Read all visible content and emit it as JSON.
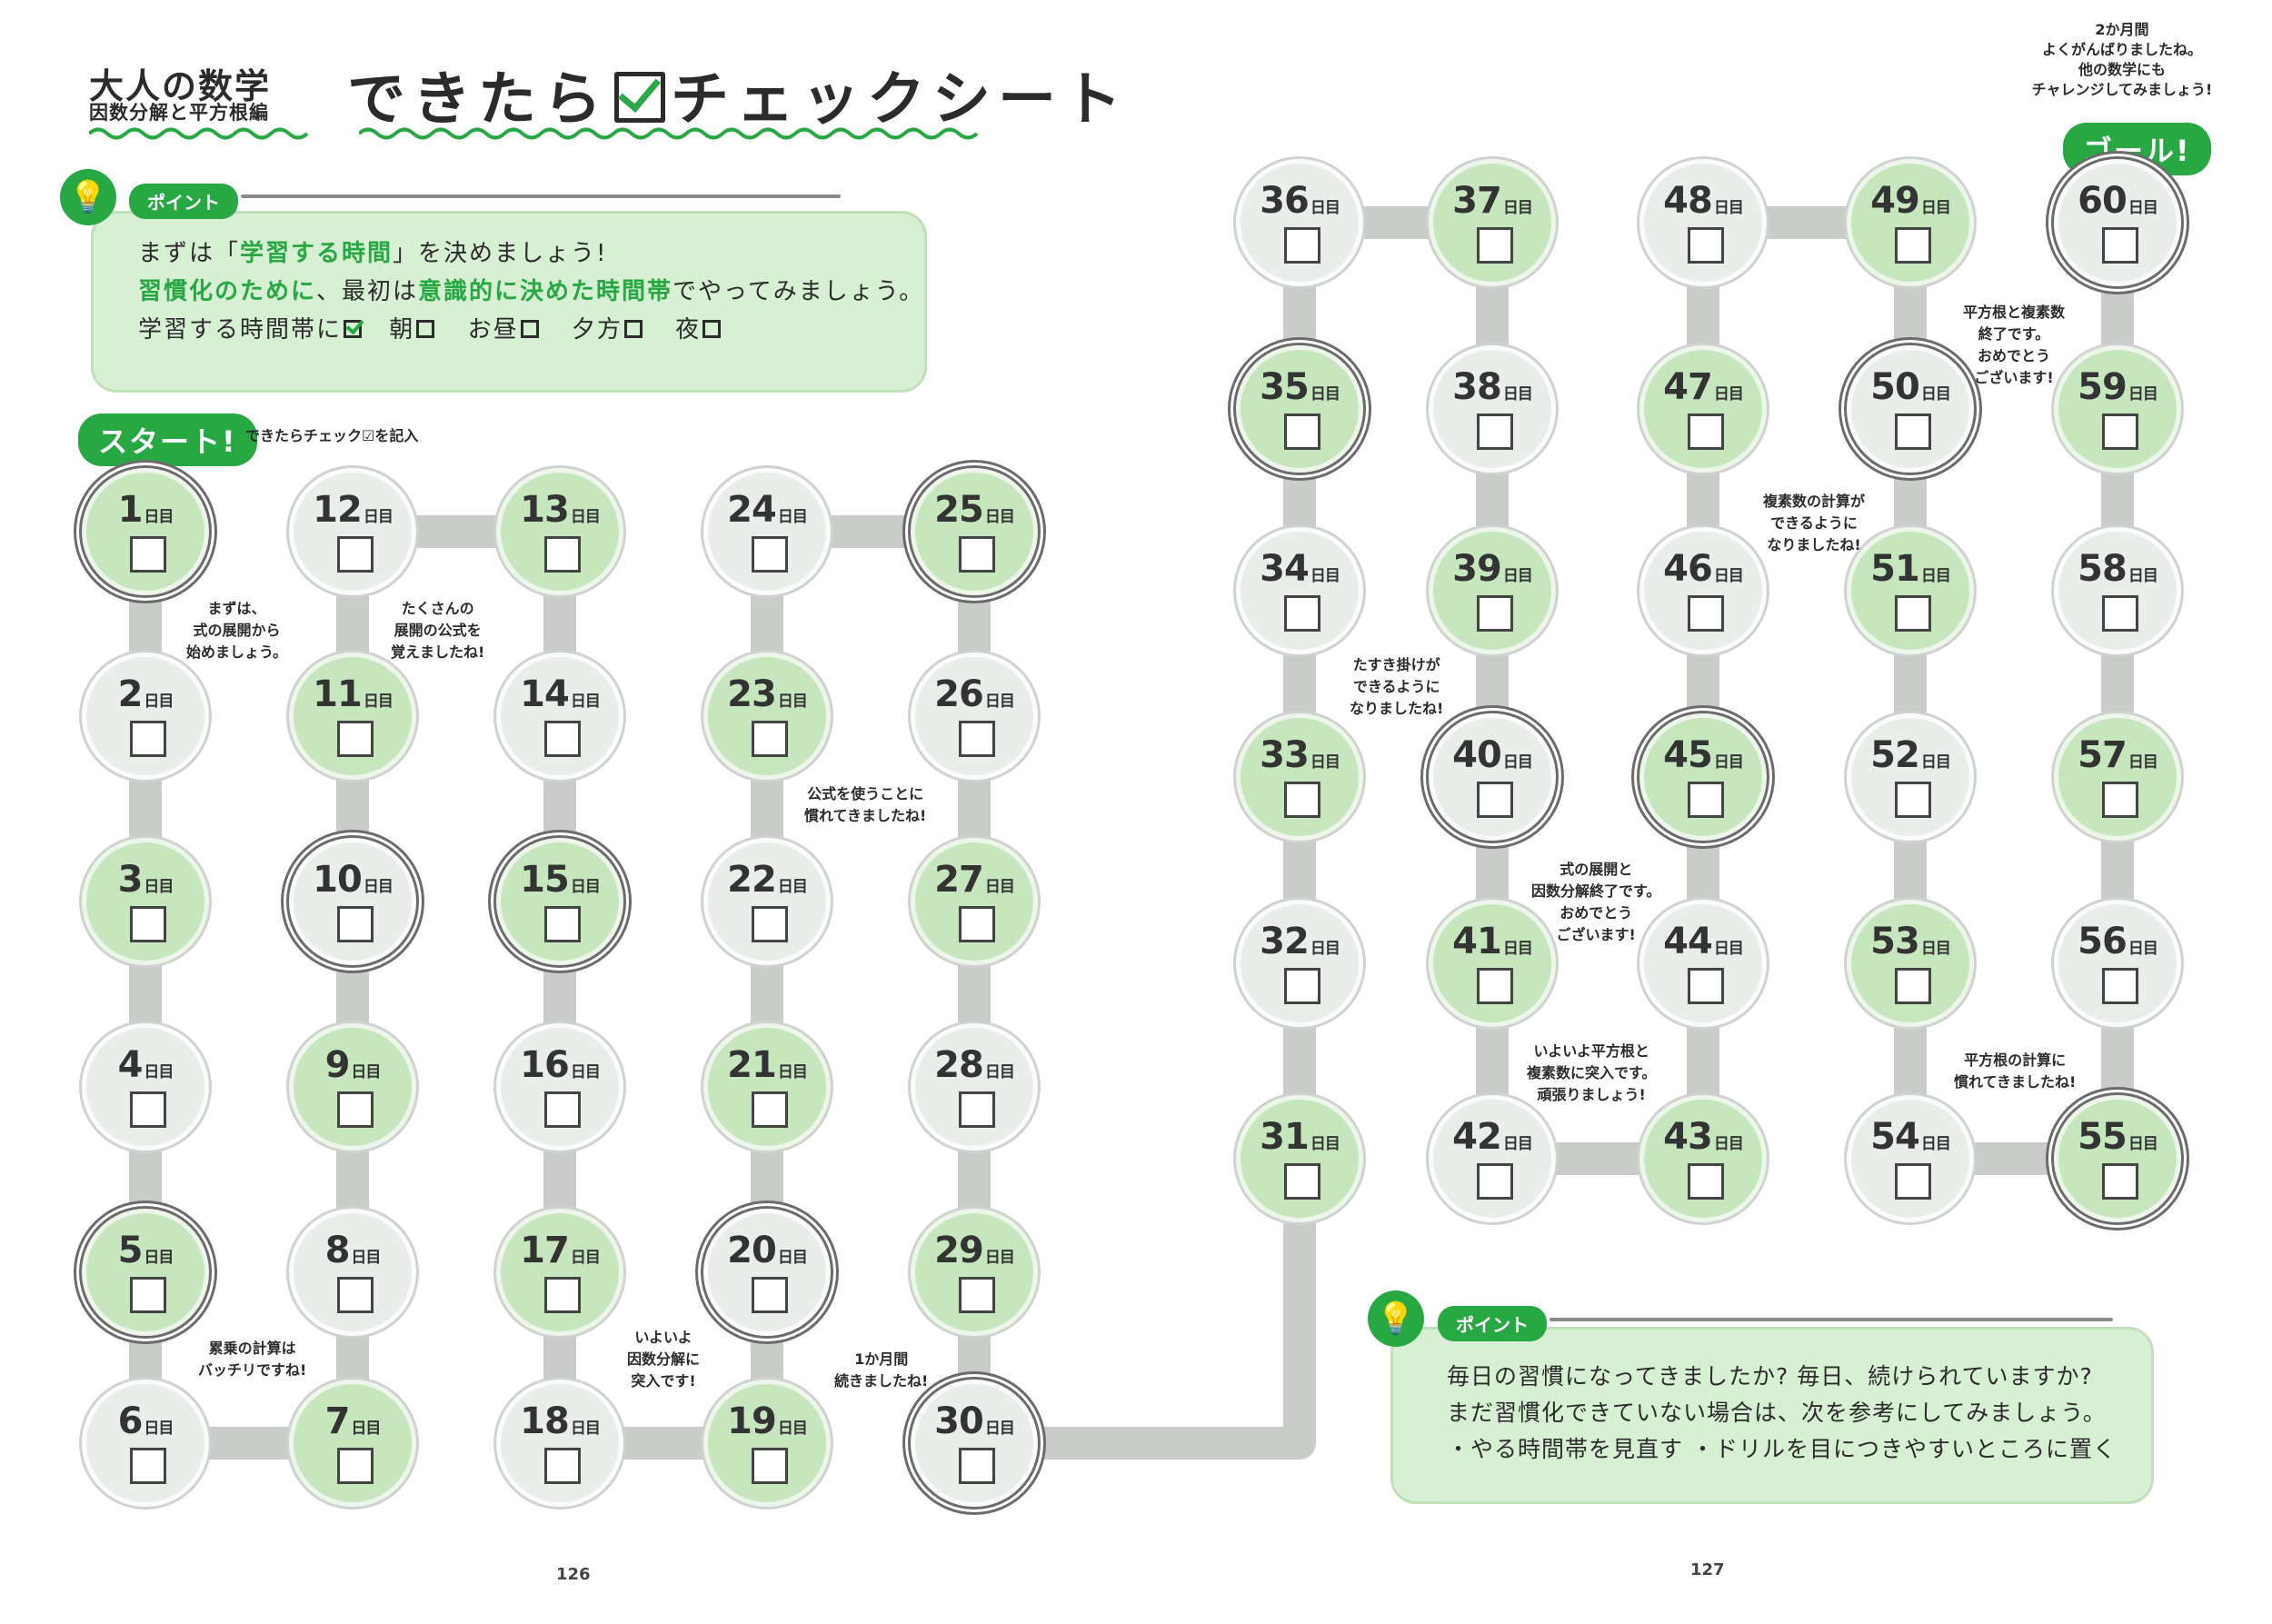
{
  "header": {
    "book_title": "大人の数学",
    "book_subtitle": "因数分解と平方根編",
    "sheet_title_a": "できたら",
    "sheet_title_b": "チェックシート"
  },
  "point_top": {
    "label": "ポイント",
    "line1_a": "まずは「",
    "line1_b": "学習する時間",
    "line1_c": "」を決めましょう!",
    "line2_a": "習慣化のために",
    "line2_b": "、最初は",
    "line2_c": "意識的に決めた時間帯",
    "line2_d": "でやってみましょう。",
    "line3_prefix": "学習する時間帯に",
    "options": [
      "朝",
      "お昼",
      "夕方",
      "夜"
    ]
  },
  "start": {
    "label": "スタート!",
    "note": "できたらチェック☑を記入"
  },
  "goal": {
    "label": "ゴール!",
    "message": [
      "2か月間",
      "よくがんばりましたね。",
      "他の数学にも",
      "チャレンジしてみましょう!"
    ]
  },
  "day_suffix": "日目",
  "days": [
    {
      "n": "1",
      "style": "green",
      "ring": true
    },
    {
      "n": "2",
      "style": "grey",
      "ring": false
    },
    {
      "n": "3",
      "style": "green",
      "ring": false
    },
    {
      "n": "4",
      "style": "grey",
      "ring": false
    },
    {
      "n": "5",
      "style": "green",
      "ring": true
    },
    {
      "n": "6",
      "style": "grey",
      "ring": false
    },
    {
      "n": "7",
      "style": "green",
      "ring": false
    },
    {
      "n": "8",
      "style": "grey",
      "ring": false
    },
    {
      "n": "9",
      "style": "green",
      "ring": false
    },
    {
      "n": "10",
      "style": "grey",
      "ring": true
    },
    {
      "n": "11",
      "style": "green",
      "ring": false
    },
    {
      "n": "12",
      "style": "grey",
      "ring": false
    },
    {
      "n": "13",
      "style": "green",
      "ring": false
    },
    {
      "n": "14",
      "style": "grey",
      "ring": false
    },
    {
      "n": "15",
      "style": "green",
      "ring": true
    },
    {
      "n": "16",
      "style": "grey",
      "ring": false
    },
    {
      "n": "17",
      "style": "green",
      "ring": false
    },
    {
      "n": "18",
      "style": "grey",
      "ring": false
    },
    {
      "n": "19",
      "style": "green",
      "ring": false
    },
    {
      "n": "20",
      "style": "grey",
      "ring": true
    },
    {
      "n": "21",
      "style": "green",
      "ring": false
    },
    {
      "n": "22",
      "style": "grey",
      "ring": false
    },
    {
      "n": "23",
      "style": "green",
      "ring": false
    },
    {
      "n": "24",
      "style": "grey",
      "ring": false
    },
    {
      "n": "25",
      "style": "green",
      "ring": true
    },
    {
      "n": "26",
      "style": "grey",
      "ring": false
    },
    {
      "n": "27",
      "style": "green",
      "ring": false
    },
    {
      "n": "28",
      "style": "grey",
      "ring": false
    },
    {
      "n": "29",
      "style": "green",
      "ring": false
    },
    {
      "n": "30",
      "style": "grey",
      "ring": true
    },
    {
      "n": "31",
      "style": "green",
      "ring": false
    },
    {
      "n": "32",
      "style": "grey",
      "ring": false
    },
    {
      "n": "33",
      "style": "green",
      "ring": false
    },
    {
      "n": "34",
      "style": "grey",
      "ring": false
    },
    {
      "n": "35",
      "style": "green",
      "ring": true
    },
    {
      "n": "36",
      "style": "grey",
      "ring": false
    },
    {
      "n": "37",
      "style": "green",
      "ring": false
    },
    {
      "n": "38",
      "style": "grey",
      "ring": false
    },
    {
      "n": "39",
      "style": "green",
      "ring": false
    },
    {
      "n": "40",
      "style": "grey",
      "ring": true
    },
    {
      "n": "41",
      "style": "green",
      "ring": false
    },
    {
      "n": "42",
      "style": "grey",
      "ring": false
    },
    {
      "n": "43",
      "style": "green",
      "ring": false
    },
    {
      "n": "44",
      "style": "grey",
      "ring": false
    },
    {
      "n": "45",
      "style": "green",
      "ring": true
    },
    {
      "n": "46",
      "style": "grey",
      "ring": false
    },
    {
      "n": "47",
      "style": "green",
      "ring": false
    },
    {
      "n": "48",
      "style": "grey",
      "ring": false
    },
    {
      "n": "49",
      "style": "green",
      "ring": false
    },
    {
      "n": "50",
      "style": "grey",
      "ring": true
    },
    {
      "n": "51",
      "style": "green",
      "ring": false
    },
    {
      "n": "52",
      "style": "grey",
      "ring": false
    },
    {
      "n": "53",
      "style": "green",
      "ring": false
    },
    {
      "n": "54",
      "style": "grey",
      "ring": false
    },
    {
      "n": "55",
      "style": "green",
      "ring": true
    },
    {
      "n": "56",
      "style": "grey",
      "ring": false
    },
    {
      "n": "57",
      "style": "green",
      "ring": false
    },
    {
      "n": "58",
      "style": "grey",
      "ring": false
    },
    {
      "n": "59",
      "style": "green",
      "ring": false
    },
    {
      "n": "60",
      "style": "grey",
      "ring": true
    }
  ],
  "notes": [
    [
      "まずは、",
      "式の展開から",
      "始めましょう。"
    ],
    [
      "たくさんの",
      "展開の公式を",
      "覚えましたね!"
    ],
    [
      "公式を使うことに",
      "慣れてきましたね!"
    ],
    [
      "累乗の計算は",
      "バッチリですね!"
    ],
    [
      "いよいよ",
      "因数分解に",
      "突入です!"
    ],
    [
      "1か月間",
      "続きましたね!"
    ],
    [
      "たすき掛けが",
      "できるように",
      "なりましたね!"
    ],
    [
      "式の展開と",
      "因数分解終了です。",
      "おめでとう",
      "ございます!"
    ],
    [
      "いよいよ平方根と",
      "複素数に突入です。",
      "頑張りましょう!"
    ],
    [
      "複素数の計算が",
      "できるように",
      "なりましたね!"
    ],
    [
      "平方根の計算に",
      "慣れてきましたね!"
    ],
    [
      "平方根と複素数",
      "終了です。",
      "おめでとう",
      "ございます!"
    ]
  ],
  "point_bottom": {
    "label": "ポイント",
    "line1": "毎日の習慣になってきましたか? 毎日、続けられていますか?",
    "line2": "まだ習慣化できていない場合は、次を参考にしてみましょう。",
    "line3": "・やる時間帯を見直す ・ドリルを目につきやすいところに置く"
  },
  "page_numbers": [
    "126",
    "127"
  ],
  "colors": {
    "accent": "#27a843",
    "circle_green": "#c6e7bd",
    "circle_grey": "#eaeeea",
    "path": "#c9ccc9"
  }
}
